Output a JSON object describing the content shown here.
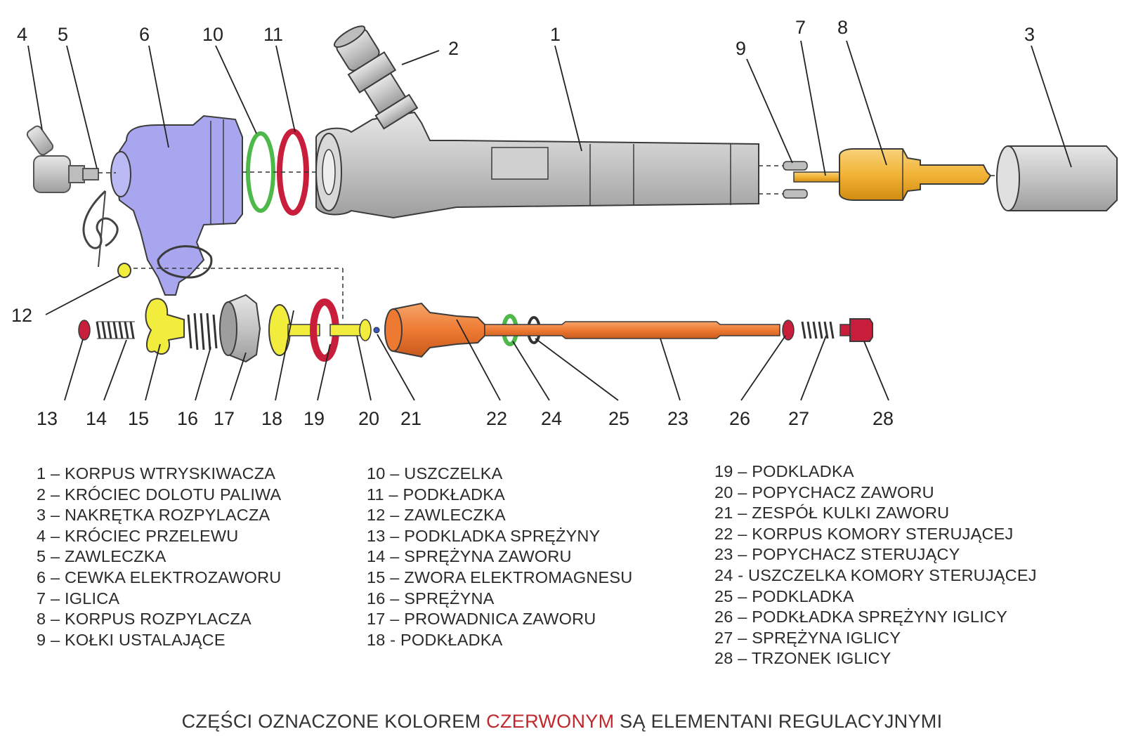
{
  "colors": {
    "body_gray": "#c8c8c8",
    "coil_blue": "#a9a6f0",
    "nozzle_yellow": "#f2b336",
    "orange_parts": "#ef7a32",
    "armature_yellow": "#f2ec3c",
    "seal_green": "#4fb84a",
    "red_adjusting": "#c81e3c",
    "footer_red": "#c0282d"
  },
  "callouts": [
    "1",
    "2",
    "3",
    "4",
    "5",
    "6",
    "7",
    "8",
    "9",
    "10",
    "11",
    "12",
    "13",
    "14",
    "15",
    "16",
    "17",
    "18",
    "19",
    "20",
    "21",
    "22",
    "23",
    "24",
    "25",
    "26",
    "27",
    "28"
  ],
  "legend": {
    "col1": [
      "1 – KORPUS WTRYSKIWACZA",
      "2 – KRÓCIEC DOLOTU PALIWA",
      "3 – NAKRĘTKA ROZPYLACZA",
      "4 – KRÓCIEC PRZELEWU",
      "5 – ZAWLECZKA",
      "6 – CEWKA ELEKTROZAWORU",
      "7 – IGLICA",
      "8 – KORPUS ROZPYLACZA",
      "9 – KOŁKI USTALAJĄCE"
    ],
    "col2": [
      "10 – USZCZELKA",
      "11 – PODKŁADKA",
      "12 – ZAWLECZKA",
      "13 – PODKLADKA SPRĘŻYNY",
      "14 – SPRĘŻYNA ZAWORU",
      "15 – ZWORA ELEKTROMAGNESU",
      "16 – SPRĘŻYNA",
      "17 – PROWADNICA ZAWORU",
      "18 - PODKŁADKA"
    ],
    "col3": [
      "19 – PODKLADKA",
      "20 – POPYCHACZ ZAWORU",
      "21 – ZESPÓŁ KULKI ZAWORU",
      "22 – KORPUS KOMORY STERUJĄCEJ",
      "23 – POPYCHACZ STERUJĄCY",
      "24  - USZCZELKA KOMORY STERUJĄCEJ",
      "25 – PODKLADKA",
      "26 – PODKŁADKA SPRĘŻYNY IGLICY",
      "27 – SPRĘŻYNA IGLICY",
      "28 – TRZONEK IGLICY"
    ]
  },
  "footer": {
    "before": "CZĘŚCI OZNACZONE KOLOREM ",
    "highlight": "CZERWONYM",
    "after": " SĄ ELEMENTANI REGULACYJNYMI"
  }
}
